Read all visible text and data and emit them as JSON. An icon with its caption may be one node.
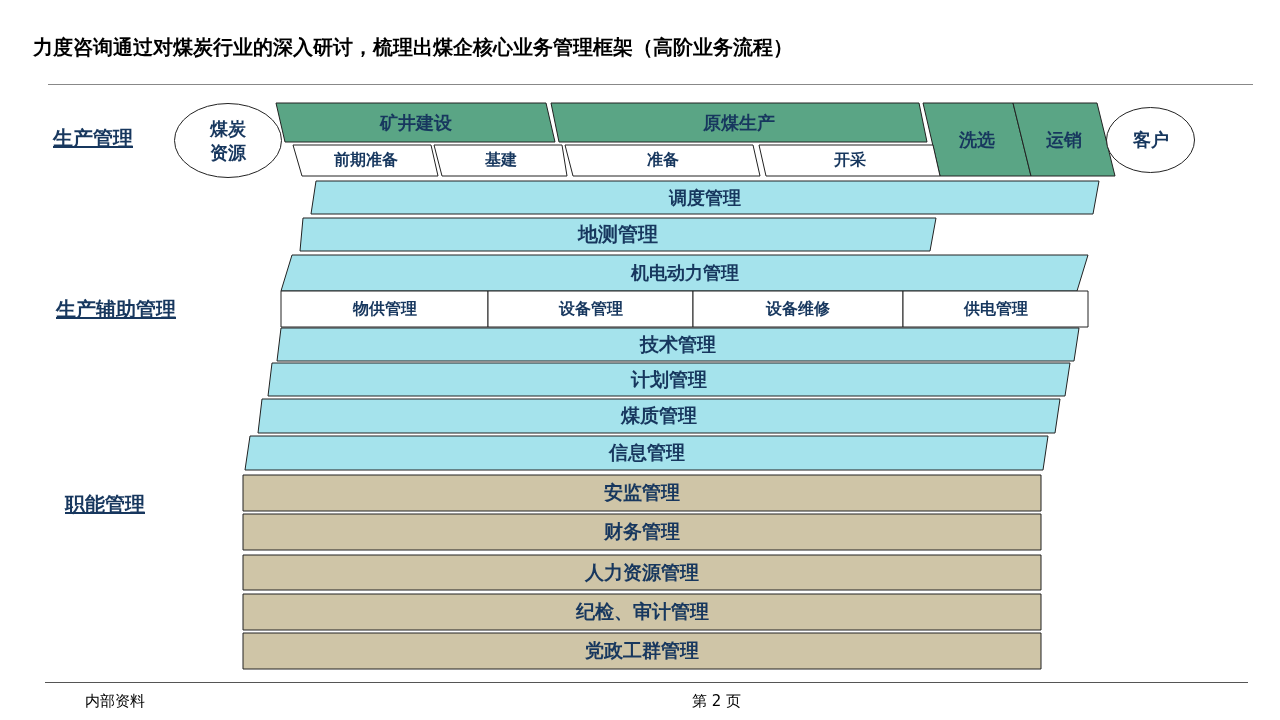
{
  "diagram": {
    "title": "力度咨询通过对煤炭行业的深入研讨，梳理出煤企核心业务管理框架（高阶业务流程）",
    "nodes": [
      {
        "text": [
          "煤炭资源"
        ]
      },
      {
        "text": [
          "矿井建设"
        ]
      },
      {
        "text": [
          "原煤生产"
        ]
      },
      {
        "text": [
          "洗选"
        ]
      },
      {
        "text": [
          "运销"
        ]
      },
      {
        "text": [
          "客户"
        ]
      },
      {
        "text": [
          "前期准备"
        ]
      },
      {
        "text": [
          "基建"
        ]
      },
      {
        "text": [
          "准备"
        ]
      },
      {
        "text": [
          "开采"
        ]
      },
      {
        "text": [
          "调度管理"
        ]
      },
      {
        "text": [
          "地测管理"
        ]
      },
      {
        "text": [
          "机电动力管理"
        ]
      },
      {
        "text": [
          "物供管理"
        ]
      },
      {
        "text": [
          "设备管理"
        ]
      },
      {
        "text": [
          "设备维修"
        ]
      },
      {
        "text": [
          "供电管理"
        ]
      },
      {
        "text": [
          "技术管理"
        ]
      },
      {
        "text": [
          "计划管理"
        ]
      },
      {
        "text": [
          "煤质管理"
        ]
      },
      {
        "text": [
          "信息管理"
        ]
      },
      {
        "text": [
          "安监管理"
        ]
      },
      {
        "text": [
          "财务管理"
        ]
      },
      {
        "text": [
          "人力资源管理"
        ]
      },
      {
        "text": [
          "纪检、审计管理"
        ]
      },
      {
        "text": [
          "党政工群管理"
        ]
      }
    ],
    "edges": [],
    "labels": [
      "生产管理",
      "生产辅助管理",
      "职能管理",
      "内部资料",
      "第 2 页"
    ]
  }
}
